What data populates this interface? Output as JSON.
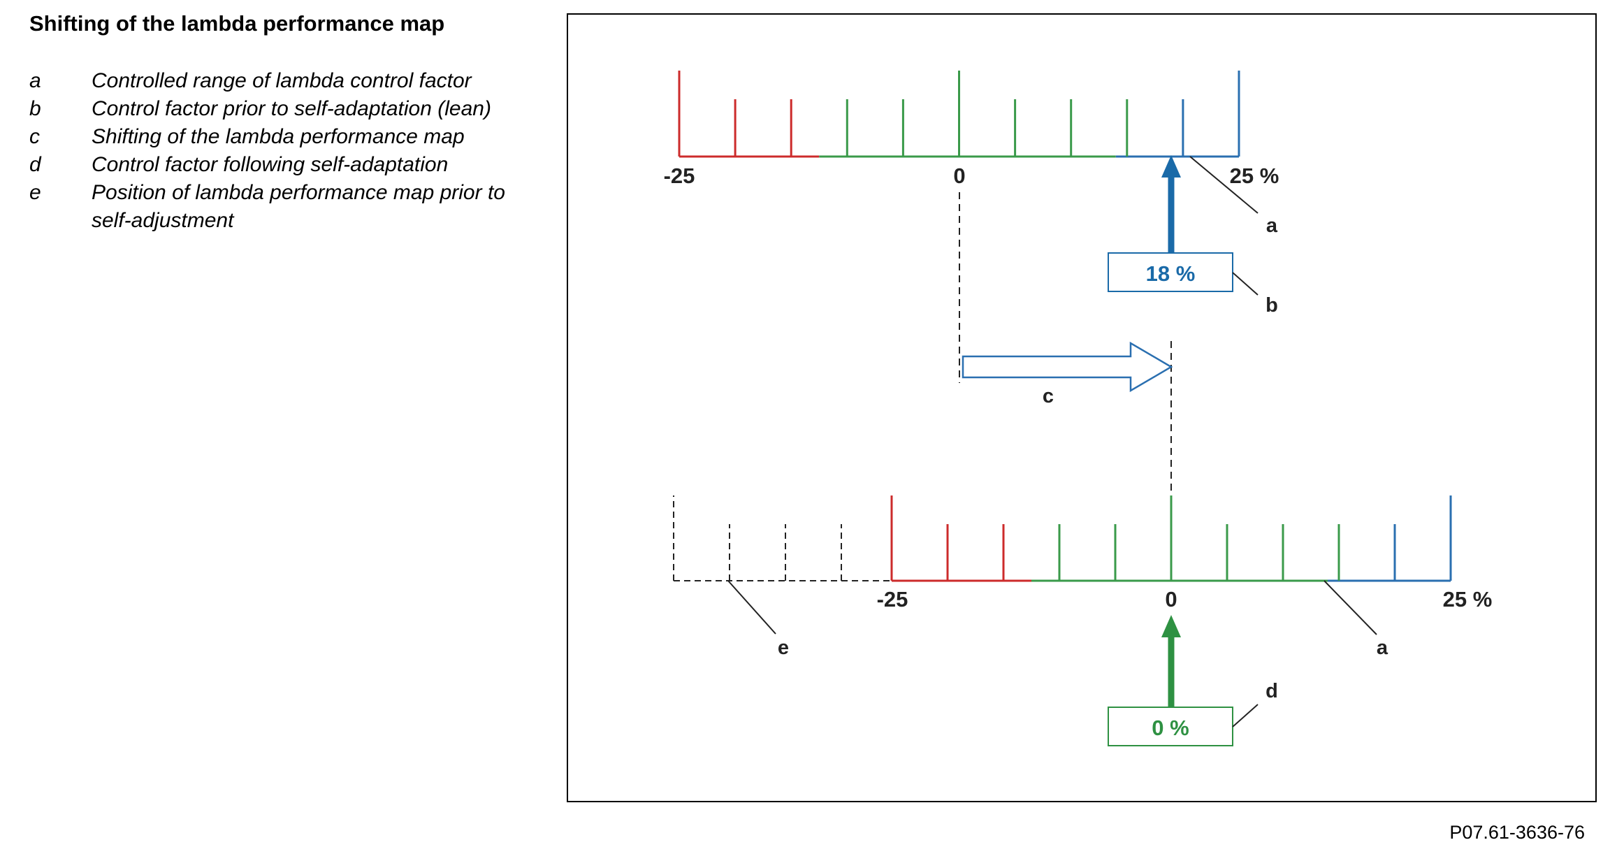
{
  "title": "Shifting of the lambda performance map",
  "legend": [
    {
      "key": "a",
      "text": "Controlled range of lambda control factor"
    },
    {
      "key": "b",
      "text": "Control factor prior to self-adaptation (lean)"
    },
    {
      "key": "c",
      "text": "Shifting of the lambda performance map"
    },
    {
      "key": "d",
      "text": "Control factor following self-adaptation"
    },
    {
      "key": "e",
      "text": "Position of lambda performance map prior to self-adjustment"
    }
  ],
  "figure_ref": "P07.61-3636-76",
  "scales": {
    "top": {
      "min_label": "-25",
      "zero_label": "0",
      "max_label": "25 %"
    },
    "bottom": {
      "min_label": "-25",
      "zero_label": "0",
      "max_label": "25 %"
    }
  },
  "boxes": {
    "before": {
      "value": "18 %",
      "color": "#1a6aa8"
    },
    "after": {
      "value": "0 %",
      "color": "#2e9142"
    }
  },
  "callouts": {
    "a": "a",
    "b": "b",
    "c": "c",
    "d": "d",
    "e": "e"
  },
  "colors": {
    "red": "#cc2b2b",
    "green": "#3a9a4a",
    "blue": "#2a6fb0",
    "dashed": "#222222"
  }
}
